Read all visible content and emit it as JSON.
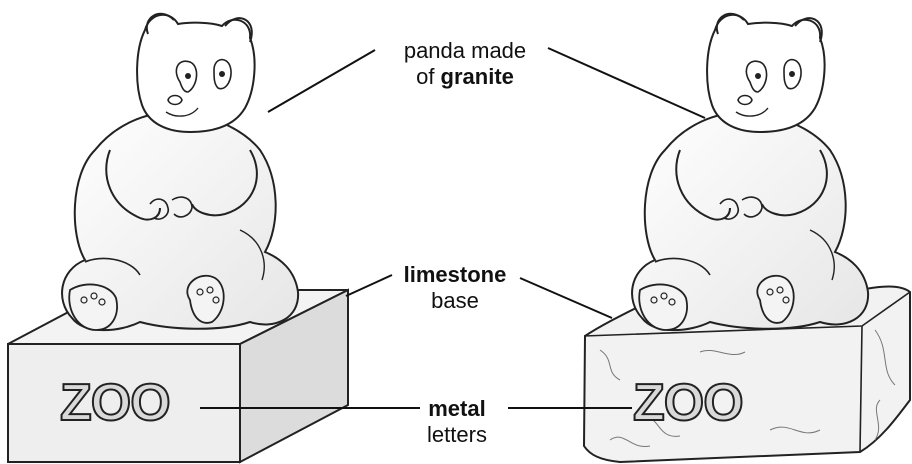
{
  "labels": {
    "panda": {
      "line1": "panda made",
      "line2_prefix": "of ",
      "line2_bold": "granite"
    },
    "base": {
      "line1_bold": "limestone",
      "line2": "base"
    },
    "letters": {
      "line1_bold": "metal",
      "line2": "letters"
    }
  },
  "signs": {
    "left_sign_text": "ZOO",
    "right_sign_text": "ZOO"
  }
}
